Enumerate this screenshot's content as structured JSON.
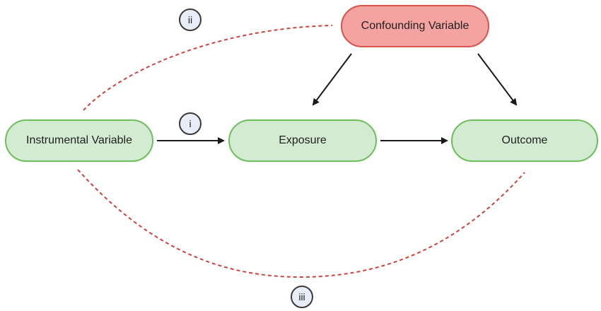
{
  "nodes": {
    "confounder": "Confounding Variable",
    "instrument": "Instrumental Variable",
    "exposure": "Exposure",
    "outcome": "Outcome"
  },
  "path_labels": {
    "i": "i",
    "ii": "ii",
    "iii": "iii"
  },
  "colors": {
    "green_fill": "#d3ecd1",
    "green_border": "#6cbf5c",
    "red_fill": "#f4a3a1",
    "red_border": "#d9534f",
    "dashed_line": "#d0423d",
    "arrow": "#1a1a1a"
  }
}
